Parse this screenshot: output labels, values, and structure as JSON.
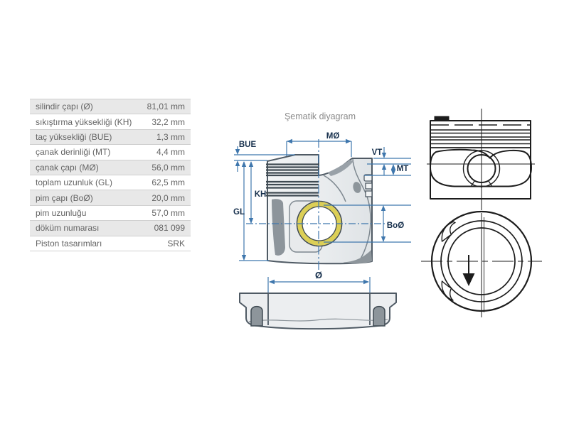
{
  "table": {
    "rows": [
      {
        "label": "silindir çapı (Ø)",
        "value": "81,01 mm"
      },
      {
        "label": "sıkıştırma yüksekliği (KH)",
        "value": "32,2 mm"
      },
      {
        "label": "taç yüksekliği (BUE)",
        "value": "1,3 mm"
      },
      {
        "label": "çanak derinliği (MT)",
        "value": "4,4 mm"
      },
      {
        "label": "çanak çapı (MØ)",
        "value": "56,0 mm"
      },
      {
        "label": "toplam uzunluk (GL)",
        "value": "62,5 mm"
      },
      {
        "label": "pim çapı (BoØ)",
        "value": "20,0 mm"
      },
      {
        "label": "pim uzunluğu",
        "value": "57,0 mm"
      },
      {
        "label": "döküm numarası",
        "value": "081 099"
      },
      {
        "label": "Piston tasarımları",
        "value": "SRK"
      }
    ]
  },
  "diagram": {
    "title": "Şematik diyagram",
    "labels": {
      "bue": "BUE",
      "mo": "MØ",
      "vt": "VT",
      "mt": "MT",
      "kh": "KH",
      "gl": "GL",
      "bo_dia": "BoØ",
      "dia": "Ø"
    }
  },
  "colors": {
    "dimension_line": "#3f77ad",
    "dimension_label": "#17304d",
    "title_gray": "#8a8a8a",
    "table_text": "#646464",
    "table_alt_row": "#e8e8e8",
    "piston_body": "#eceef0",
    "piston_shading": "#8d959b",
    "pin_bore_ring_yellow": "#dccf56",
    "line_drawing_black": "#1c1c1c"
  }
}
